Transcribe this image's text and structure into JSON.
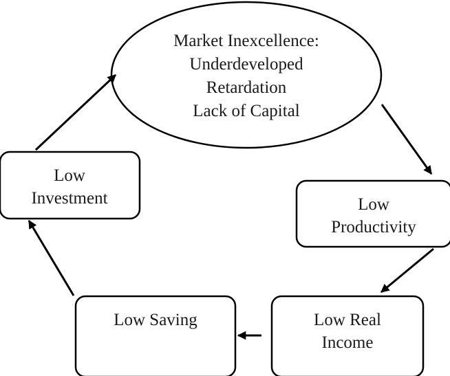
{
  "diagram": {
    "ellipse": {
      "lines": [
        "Market Inexcellence:",
        "Underdeveloped",
        "Retardation",
        "Lack of Capital"
      ]
    },
    "low_productivity": {
      "lines": [
        "Low",
        "Productivity"
      ]
    },
    "low_real_income": {
      "lines": [
        "Low Real",
        "Income"
      ]
    },
    "low_saving": {
      "lines": [
        "Low Saving"
      ]
    },
    "low_investment": {
      "lines": [
        "Low",
        "Investment"
      ]
    }
  },
  "colors": {
    "stroke": "#000000",
    "text": "#1a1a1a",
    "background": "#ffffff"
  }
}
